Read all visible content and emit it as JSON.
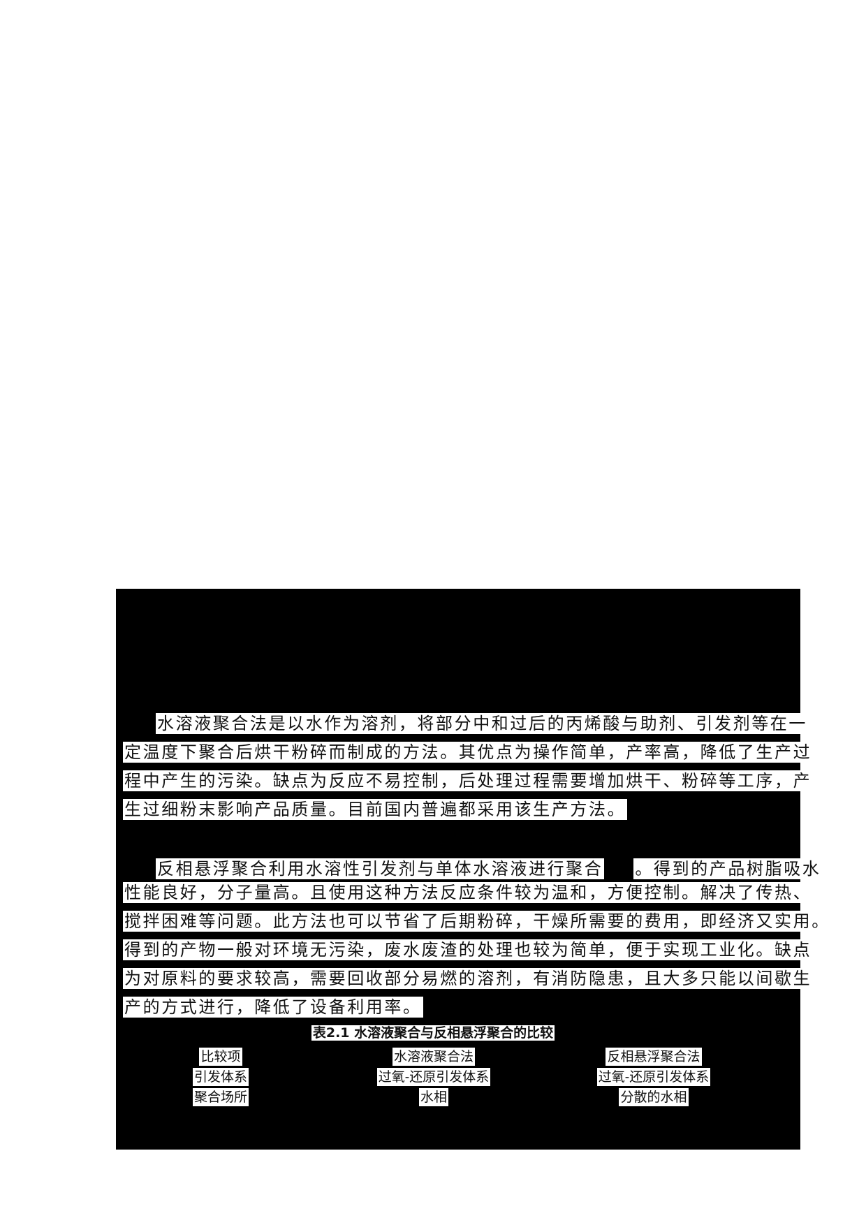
{
  "document": {
    "paragraphs": [
      {
        "lines": [
          "水溶液聚合法是以水作为溶剂，将部分中和过后的丙烯酸与助剂、引发剂等在一",
          "定温度下聚合后烘干粉碎而制成的方法。其优点为操作简单，产率高，降低了生产过",
          "程中产生的污染。缺点为反应不易控制，后处理过程需要增加烘干、粉碎等工序，产",
          "生过细粉末影响产品质量。目前国内普遍都采用该生产方法。"
        ]
      },
      {
        "lines": [
          "反相悬浮聚合利用水溶性引发剂与单体水溶液进行聚合",
          "。得到的产品树脂吸水",
          "性能良好，分子量高。且使用这种方法反应条件较为温和，方便控制。解决了传热、",
          "搅拌困难等问题。此方法也可以节省了后期粉碎，干燥所需要的费用，即经济又实用。",
          "得到的产物一般对环境无污染，废水废渣的处理也较为简单，便于实现工业化。缺点",
          "为对原料的要求较高，需要回收部分易燃的溶剂，有消防隐患，且大多只能以间歇生",
          "产的方式进行，降低了设备利用率。"
        ]
      }
    ],
    "table": {
      "caption": "表2.1 水溶液聚合与反相悬浮聚合的比较",
      "header": [
        "比较项",
        "水溶液聚合法",
        "反相悬浮聚合法"
      ],
      "rows": [
        [
          "引发体系",
          "过氧-还原引发体系",
          "过氧-还原引发体系"
        ],
        [
          "聚合场所",
          "水相",
          "分散的水相"
        ]
      ]
    }
  },
  "colors": {
    "page_background": "#ffffff",
    "redaction_block": "#000000",
    "text": "#111111",
    "text_highlight": "#ffffff"
  }
}
